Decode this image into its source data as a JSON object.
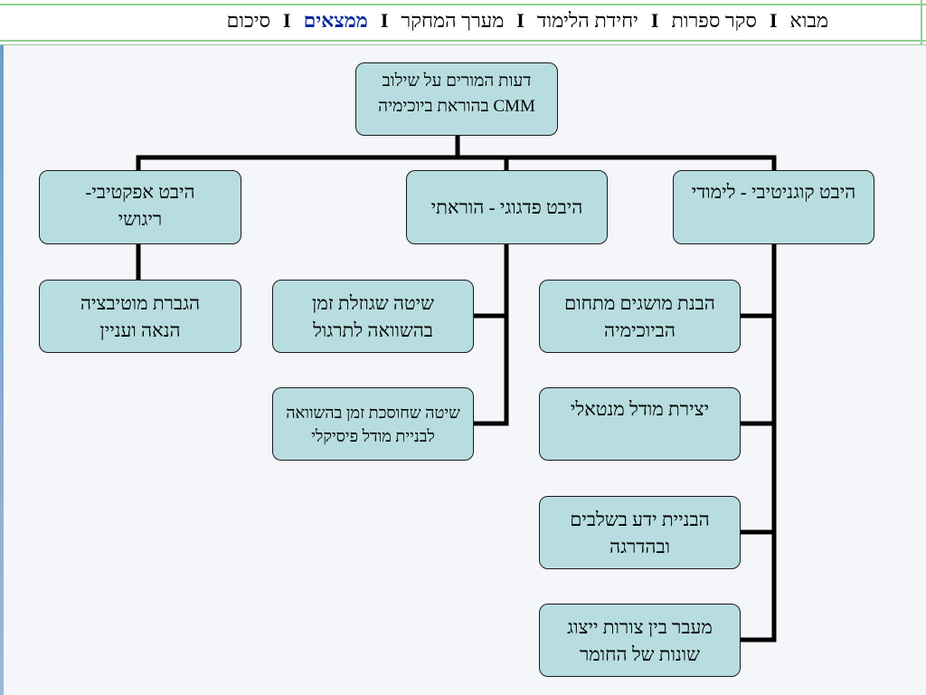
{
  "nav": {
    "items": [
      {
        "label": "מבוא",
        "active": false
      },
      {
        "label": "סקר ספרות",
        "active": false
      },
      {
        "label": "יחידת הלימוד",
        "active": false
      },
      {
        "label": "מערך המחקר",
        "active": false
      },
      {
        "label": "ממצאים",
        "active": true
      },
      {
        "label": "סיכום",
        "active": false
      }
    ],
    "separator": "I"
  },
  "diagram": {
    "root": {
      "line1": "דעות המורים על שילוב",
      "line2": "CMM בהוראת ביוכימיה"
    },
    "cognitive": {
      "title": "היבט קוגניטיבי - לימודי",
      "children": [
        "הבנת מושגים מתחום הביוכימיה",
        "יצירת מודל מנטאלי",
        "הבניית ידע בשלבים ובהדרגה",
        "מעבר בין צורות ייצוג שונות של החומר"
      ]
    },
    "pedagogic": {
      "title": "היבט פדגוגי - הוראתי",
      "children": [
        "שיטה שגוזלת זמן בהשוואה לתרגול",
        "שיטה שחוסכת זמן בהשוואה לבניית מודל פיסיקלי"
      ]
    },
    "affective": {
      "title": "היבט אפקטיבי- ריגושי",
      "children": [
        "הגברת מוטיבציה הנאה ועניין"
      ]
    }
  },
  "colors": {
    "box_fill": "#b8dde0",
    "active_nav": "#0b2a9e",
    "nav_lines": "#8fd08f"
  }
}
